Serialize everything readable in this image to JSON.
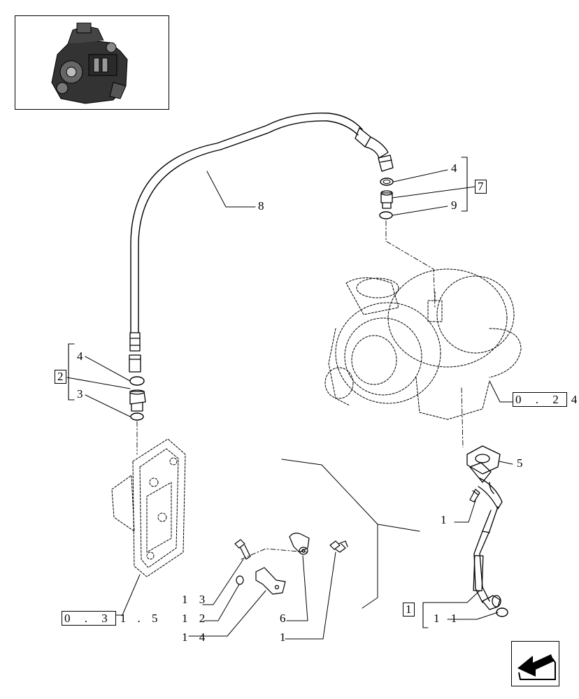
{
  "callouts": {
    "c4_top": "4",
    "c9_top": "9",
    "c8": "8",
    "c4_left": "4",
    "c3_left": "3",
    "c5": "5",
    "c1_right": "1",
    "c13": "1 3",
    "c12": "1 2",
    "c14": "1 4",
    "c6": "6",
    "c1_bottom": "1",
    "c11": "1 1",
    "ref_045_suffix": "1 . 5",
    "ref_024_suffix": "4 ."
  },
  "boxed": {
    "b7": "7",
    "b2": "2",
    "b1": "1",
    "ref_031": "0 . 3",
    "ref_02": "0 . 2"
  },
  "icons": {
    "thumbnail": "engine-thumbnail-icon",
    "nav": "previous-page-arrow-icon"
  }
}
